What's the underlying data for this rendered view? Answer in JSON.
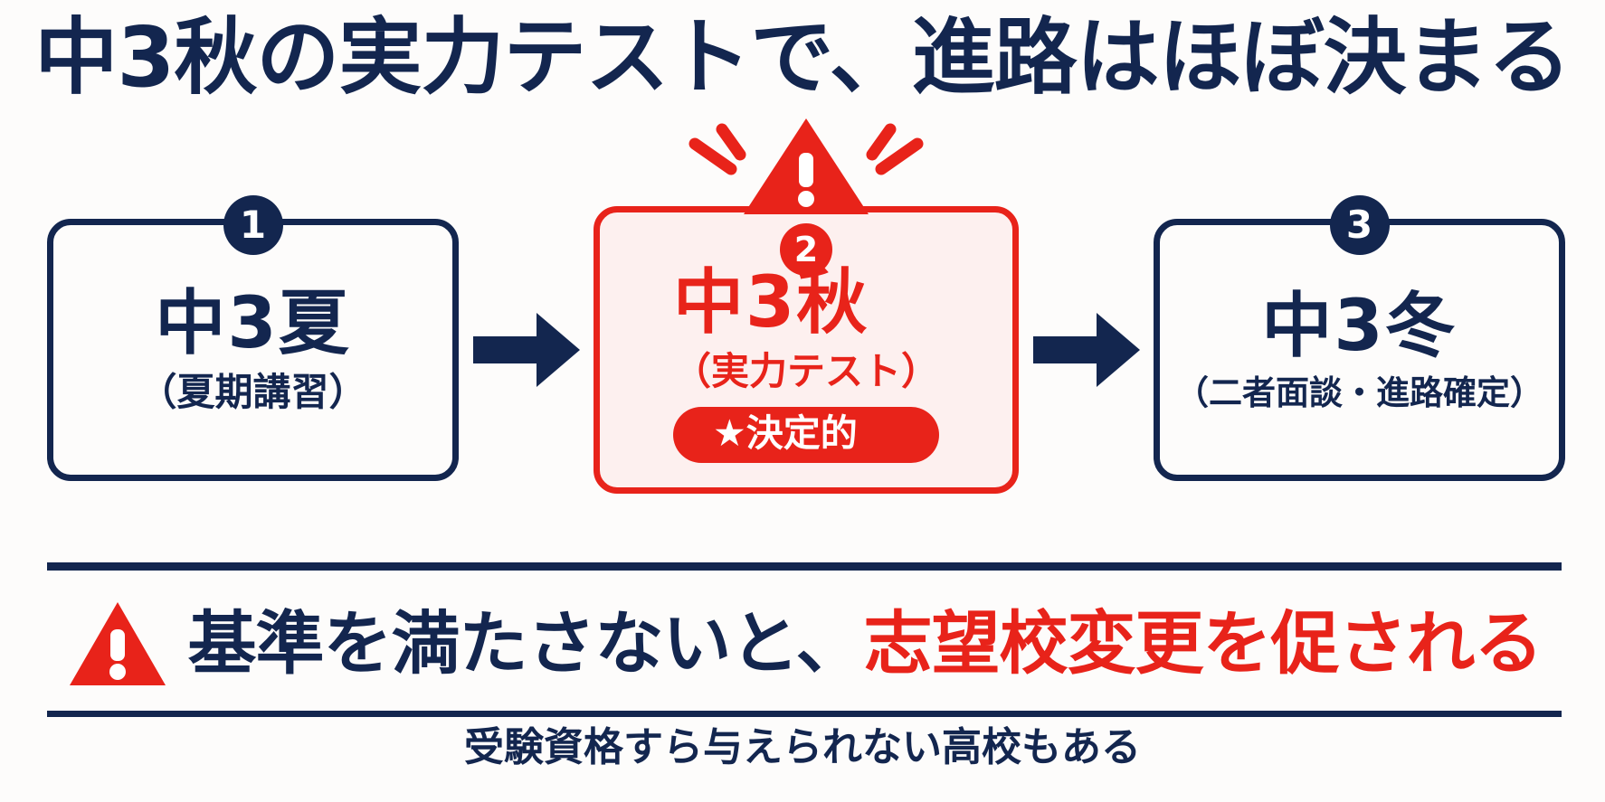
{
  "title": "中3秋の実力テストで、進路はほぼ決まる",
  "flow": {
    "steps": [
      {
        "badge": "❶",
        "badge_number": "1",
        "title": "中3夏",
        "subtitle": "（夏期講習）",
        "highlighted": false
      },
      {
        "badge": "❷",
        "badge_number": "2",
        "title": "中3秋",
        "subtitle": "（実力テスト）",
        "pill": "★決定的",
        "highlighted": true,
        "alert_icon": "warning-triangle-icon"
      },
      {
        "badge": "❸",
        "badge_number": "3",
        "title": "中3冬",
        "subtitle": "（二者面談・進路確定）",
        "highlighted": false
      }
    ],
    "arrow_icon": "arrow-right-icon"
  },
  "warning": {
    "icon": "warning-triangle-icon",
    "text_normal": "基準を満たさないと、",
    "text_highlight": "志望校変更を促される"
  },
  "footer": "受験資格すら与えられない高校もある",
  "colors": {
    "navy": "#13264f",
    "red": "#e8231a",
    "pink_bg": "#fdf0ef",
    "page_bg": "#fdfcfb"
  }
}
